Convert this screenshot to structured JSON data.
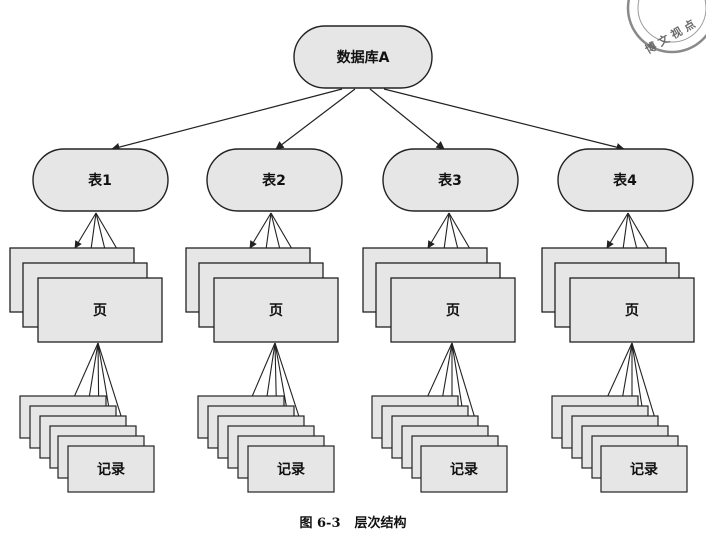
{
  "database": {
    "label": "数据库A"
  },
  "tables": [
    {
      "label": "表1",
      "page_label": "页",
      "record_label": "记录"
    },
    {
      "label": "表2",
      "page_label": "页",
      "record_label": "记录"
    },
    {
      "label": "表3",
      "page_label": "页",
      "record_label": "记录"
    },
    {
      "label": "表4",
      "page_label": "页",
      "record_label": "记录"
    }
  ],
  "caption": {
    "number": "图 6-3",
    "title": "层次结构"
  },
  "colors": {
    "node_fill": "#e6e6e6",
    "stroke": "#222222"
  },
  "stamp": {
    "text": "博 文 视 点"
  }
}
